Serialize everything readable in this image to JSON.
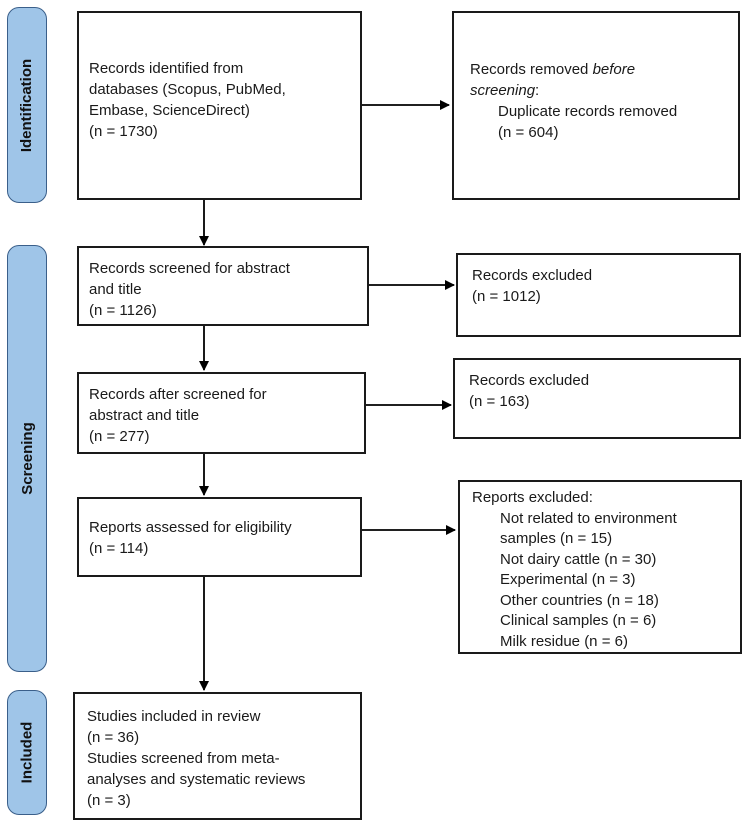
{
  "stages": {
    "identification": "Identification",
    "screening": "Screening",
    "included": "Included"
  },
  "colors": {
    "stage_fill": "#9fc5e8",
    "stage_border": "#3a5f8a",
    "box_border": "#1a1a1a",
    "arrow": "#000000"
  },
  "boxes": {
    "identified": {
      "lines": [
        "Records identified from",
        "databases (Scopus, PubMed,",
        "Embase, ScienceDirect)",
        "(n = 1730)"
      ]
    },
    "removed": {
      "line1_a": "Records removed ",
      "line1_b": "before",
      "line2_a": "screening",
      "line2_b": ":",
      "sub_lines": [
        "Duplicate records removed",
        "(n = 604)"
      ]
    },
    "screened": {
      "lines": [
        "Records screened for abstract",
        "and title",
        "(n = 1126)"
      ]
    },
    "excluded1": {
      "lines": [
        "Records excluded",
        "(n = 1012)"
      ]
    },
    "after_screened": {
      "lines": [
        "Records after screened for",
        "abstract and title",
        "(n = 277)"
      ]
    },
    "excluded2": {
      "lines": [
        "Records excluded",
        "(n = 163)"
      ]
    },
    "assessed": {
      "lines": [
        "Reports assessed for eligibility",
        "(n = 114)"
      ]
    },
    "reports_excluded": {
      "title": "Reports excluded:",
      "sub_lines": [
        "Not related to environment",
        "samples (n = 15)",
        "Not dairy cattle (n = 30)",
        "Experimental (n = 3)",
        "Other countries (n = 18)",
        "Clinical samples (n = 6)",
        "Milk residue (n = 6)"
      ]
    },
    "included": {
      "lines": [
        "Studies included in review",
        "(n = 36)",
        "Studies screened from meta-",
        "analyses and systematic reviews",
        "(n = 3)"
      ]
    }
  }
}
